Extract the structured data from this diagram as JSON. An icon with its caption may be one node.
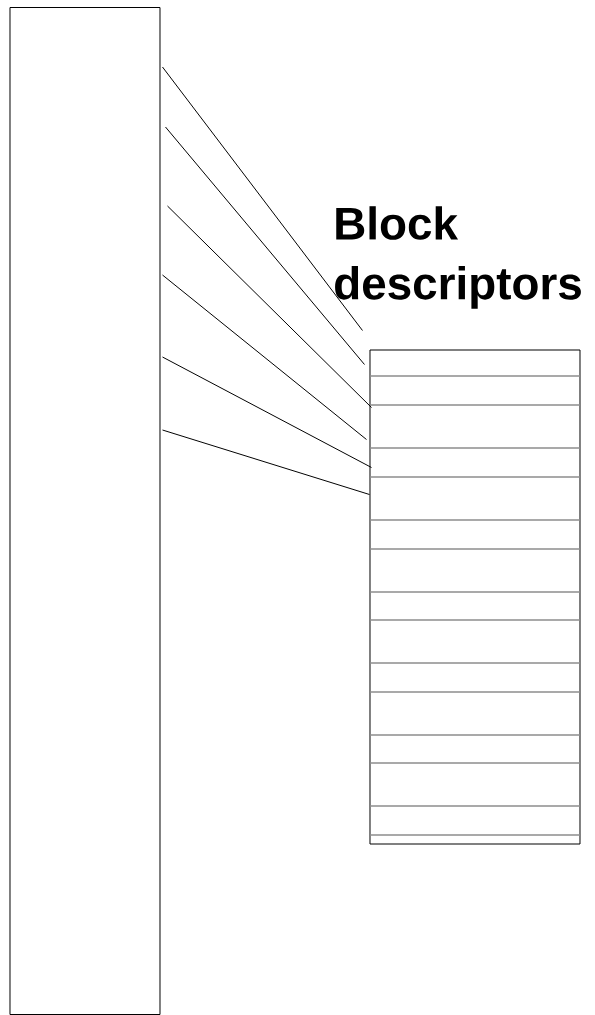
{
  "diagram": {
    "nodes": [
      {
        "text": [],
        "shape": "box"
      },
      {
        "text": [],
        "shape": "box"
      }
    ],
    "edges": [
      {
        "from": 0,
        "to": 1,
        "arrow": "none"
      },
      {
        "from": 0,
        "to": 1,
        "arrow": "none"
      },
      {
        "from": 0,
        "to": 1,
        "arrow": "none"
      },
      {
        "from": 0,
        "to": 1,
        "arrow": "none"
      },
      {
        "from": 0,
        "to": 1,
        "arrow": "none"
      },
      {
        "from": 0,
        "to": 1,
        "arrow": "none"
      }
    ],
    "labels": [
      "Block descriptors"
    ]
  }
}
